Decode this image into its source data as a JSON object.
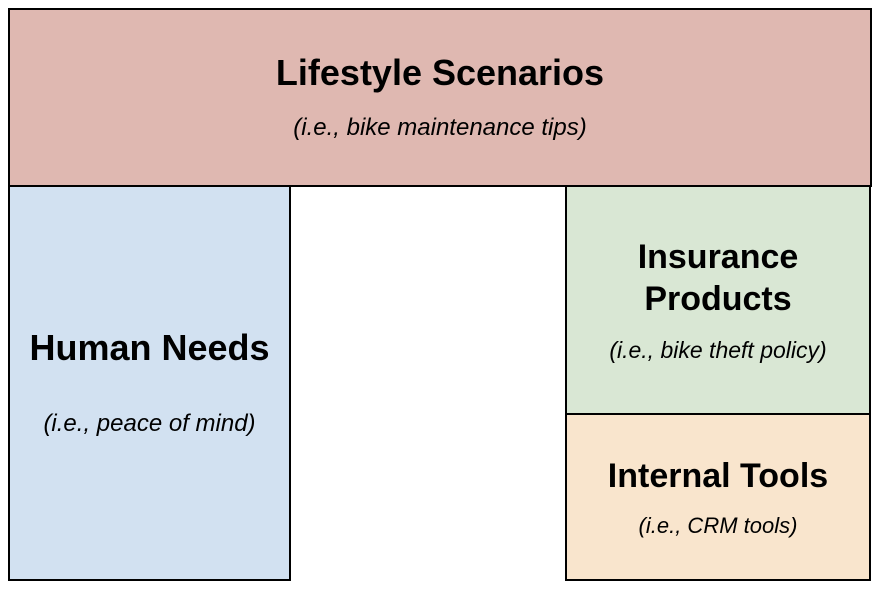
{
  "colors": {
    "background": "#ffffff",
    "border": "#000000",
    "text": "#000000",
    "lifestyle_fill": "#dfb8b1",
    "human_needs_fill": "#d2e1f1",
    "insurance_fill": "#d9e7d4",
    "internal_tools_fill": "#f9e5cd"
  },
  "boxes": {
    "lifestyle": {
      "title": "Lifestyle Scenarios",
      "subtitle": "(i.e., bike maintenance tips)",
      "fill": "#dfb8b1"
    },
    "human_needs": {
      "title": "Human Needs",
      "subtitle": "(i.e., peace of mind)",
      "fill": "#d2e1f1"
    },
    "insurance": {
      "title": "Insurance Products",
      "subtitle": "(i.e., bike theft policy)",
      "fill": "#d9e7d4"
    },
    "internal_tools": {
      "title": "Internal Tools",
      "subtitle": "(i.e., CRM tools)",
      "fill": "#f9e5cd"
    }
  }
}
